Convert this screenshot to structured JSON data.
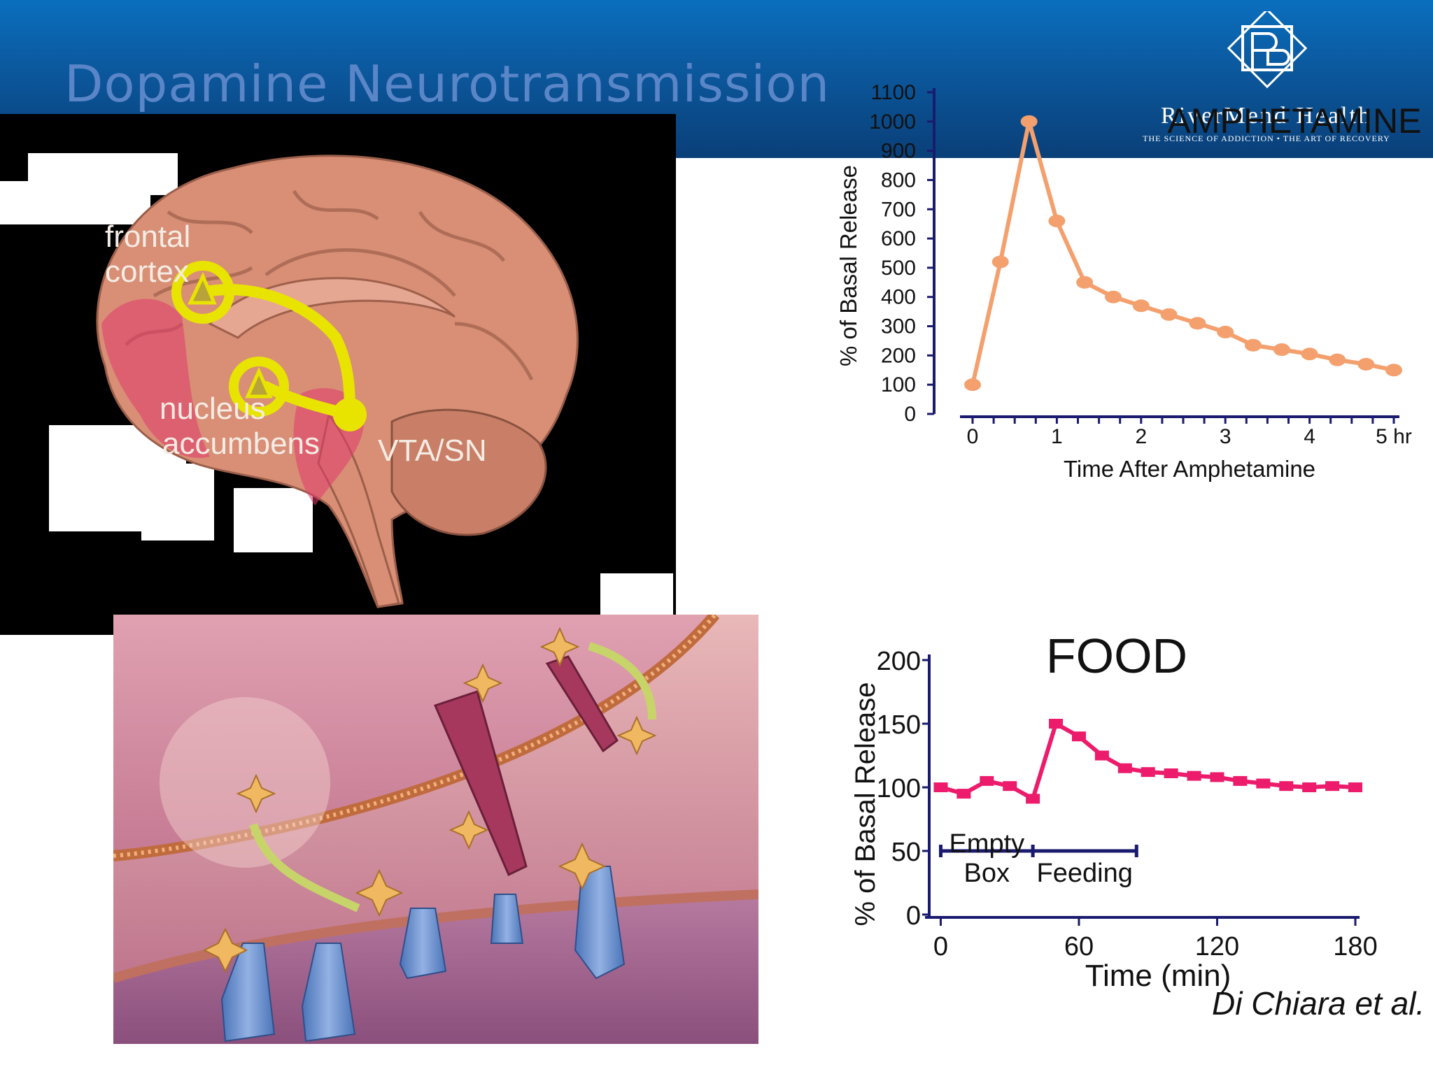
{
  "slide": {
    "title": "Dopamine Neurotransmission",
    "logo_name": "RiverMend Health",
    "logo_tagline": "THE SCIENCE OF ADDICTION  •  THE ART OF RECOVERY",
    "citation": "Di Chiara et al."
  },
  "brain": {
    "labels": {
      "frontal_1": "frontal",
      "frontal_2": "cortex",
      "nucleus_1": "nucleus",
      "nucleus_2": "accumbens",
      "vta": "VTA/SN"
    }
  },
  "colors": {
    "header_blue": "#0b5aa0",
    "title_blue": "#5a86c8",
    "amphetamine_line": "#f4a06e",
    "food_line": "#ec1b6b",
    "axis": "#1a1a6e",
    "pathway_yellow": "#e8e400"
  },
  "chart_data": [
    {
      "type": "line",
      "title": "AMPHETAMINE",
      "xlabel": "Time After Amphetamine",
      "ylabel": "% of Basal Release",
      "xlim": [
        0,
        5
      ],
      "ylim": [
        0,
        1100
      ],
      "x_tick_labels": [
        "0",
        "1",
        "2",
        "3",
        "4",
        "5 hr"
      ],
      "x_ticks": [
        0,
        1,
        2,
        3,
        4,
        5
      ],
      "y_ticks": [
        0,
        100,
        200,
        300,
        400,
        500,
        600,
        700,
        800,
        900,
        1000,
        1100
      ],
      "series": [
        {
          "x": [
            0,
            0.33,
            0.67,
            1.0,
            1.33,
            1.67,
            2.0,
            2.33,
            2.67,
            3.0,
            3.33,
            3.67,
            4.0,
            4.33,
            4.67,
            5.0
          ],
          "values": [
            100,
            520,
            1000,
            660,
            450,
            400,
            370,
            340,
            310,
            280,
            235,
            220,
            205,
            185,
            170,
            150
          ]
        }
      ]
    },
    {
      "type": "line",
      "title": "FOOD",
      "xlabel": "Time (min)",
      "ylabel": "% of Basal Release",
      "xlim": [
        -5,
        180
      ],
      "ylim": [
        0,
        200
      ],
      "x_ticks": [
        0,
        60,
        120,
        180
      ],
      "y_ticks": [
        0,
        50,
        100,
        150,
        200
      ],
      "annotations": {
        "empty_box_1": "Empty",
        "empty_box_2": "Box",
        "feeding": "Feeding",
        "empty_box_range": [
          0,
          40
        ],
        "feeding_range": [
          40,
          85
        ],
        "level": 50
      },
      "series": [
        {
          "x": [
            0,
            10,
            20,
            30,
            40,
            50,
            60,
            70,
            80,
            90,
            100,
            110,
            120,
            130,
            140,
            150,
            160,
            170,
            180
          ],
          "values": [
            100,
            95,
            105,
            101,
            91,
            150,
            140,
            125,
            115,
            112,
            111,
            109,
            108,
            105,
            103,
            101,
            100,
            101,
            100
          ]
        }
      ]
    }
  ]
}
